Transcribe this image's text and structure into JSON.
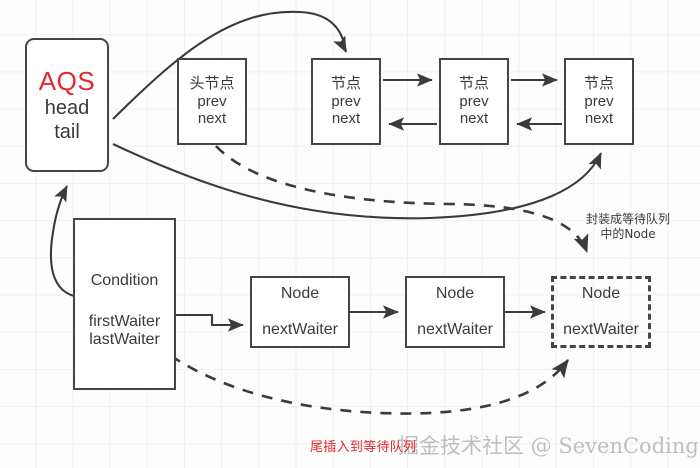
{
  "diagram": {
    "title": "AQS sync queue and Condition wait queue",
    "colors": {
      "accent_red": "#e8262a",
      "stroke": "#454545",
      "text": "#3b3b3b",
      "grid": "#f0f0f0",
      "watermark": "#a8a8a8"
    },
    "aqs": {
      "title": "AQS",
      "field_head": "head",
      "field_tail": "tail"
    },
    "sync_queue": [
      {
        "title": "头节点",
        "prev": "prev",
        "next": "next"
      },
      {
        "title": "节点",
        "prev": "prev",
        "next": "next"
      },
      {
        "title": "节点",
        "prev": "prev",
        "next": "next"
      },
      {
        "title": "节点",
        "prev": "prev",
        "next": "next"
      }
    ],
    "condition": {
      "title": "Condition",
      "field_first": "firstWaiter",
      "field_last": "lastWaiter"
    },
    "wait_queue": [
      {
        "title": "Node",
        "field": "nextWaiter",
        "dashed": false
      },
      {
        "title": "Node",
        "field": "nextWaiter",
        "dashed": false
      },
      {
        "title": "Node",
        "field": "nextWaiter",
        "dashed": true
      }
    ],
    "annotations": {
      "wrap_node_line1": "封装成等待队列",
      "wrap_node_line2": "中的Node",
      "tail_insert": "尾插入到等待队列"
    },
    "watermark": "掘金技术社区 @ SevenCoding"
  }
}
